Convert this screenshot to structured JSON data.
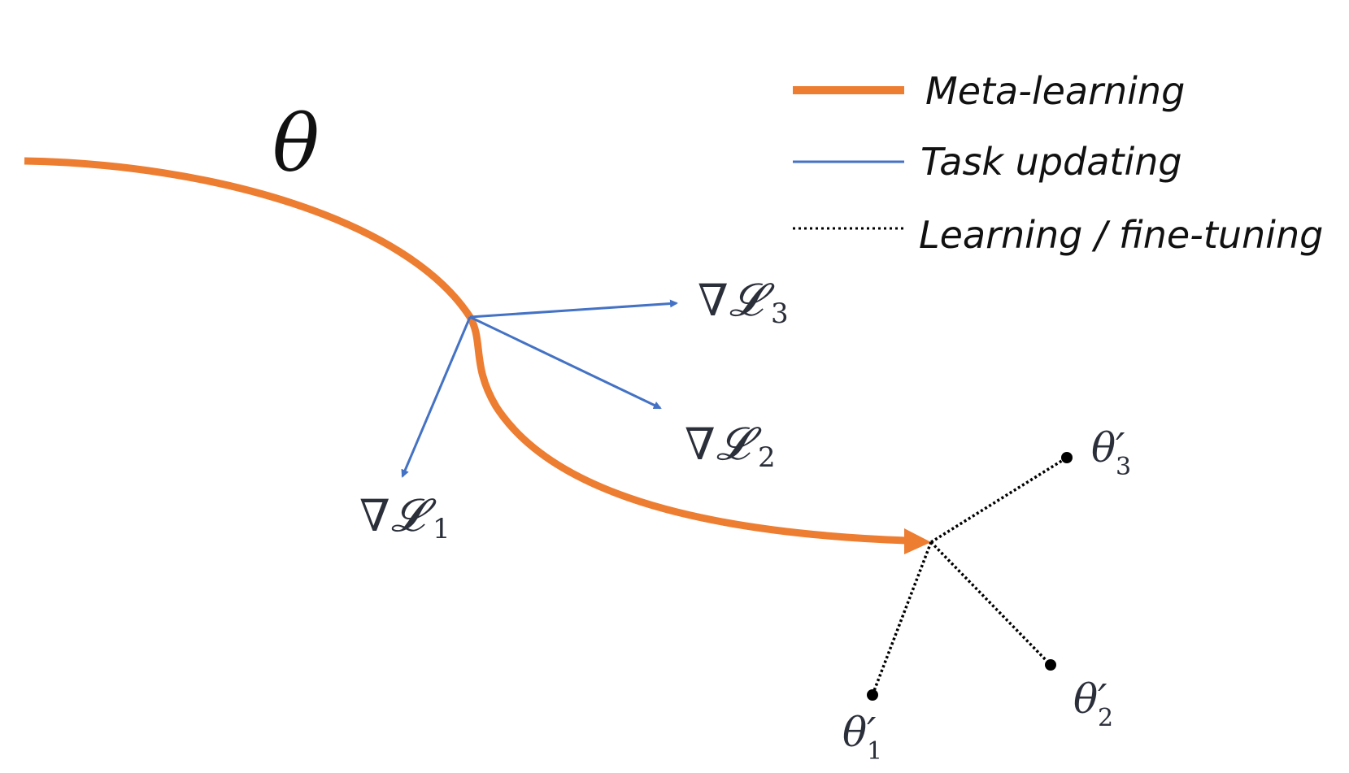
{
  "colors": {
    "meta_learning": "#ED7D31",
    "task_updating": "#4472C4",
    "fine_tuning": "#000000"
  },
  "legend": {
    "meta_learning": "Meta-learning",
    "task_updating": "Task updating",
    "fine_tuning": "Learning / fine-tuning"
  },
  "labels": {
    "theta": "θ",
    "grad_symbol": "∇",
    "loss_symbol": "𝓛",
    "grad1_sub": "1",
    "grad2_sub": "2",
    "grad3_sub": "3",
    "theta_prime": "θ′",
    "theta1_sub": "1",
    "theta2_sub": "2",
    "theta3_sub": "3"
  }
}
